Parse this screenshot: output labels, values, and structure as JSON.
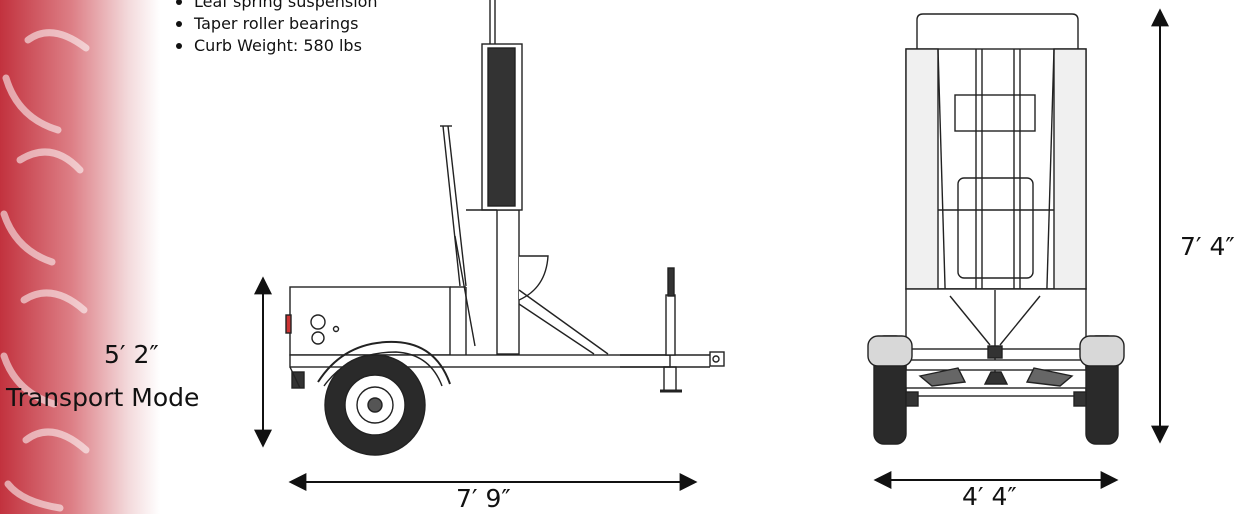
{
  "features": [
    "Leaf spring suspension",
    "Taper roller bearings",
    "Curb Weight: 580 lbs"
  ],
  "dimensions": {
    "transport_height": "5′ 2″",
    "transport_mode_label": "Transport Mode",
    "side_length": "7′ 9″",
    "rear_width": "4′ 4″",
    "rear_height": "7′ 4″"
  }
}
